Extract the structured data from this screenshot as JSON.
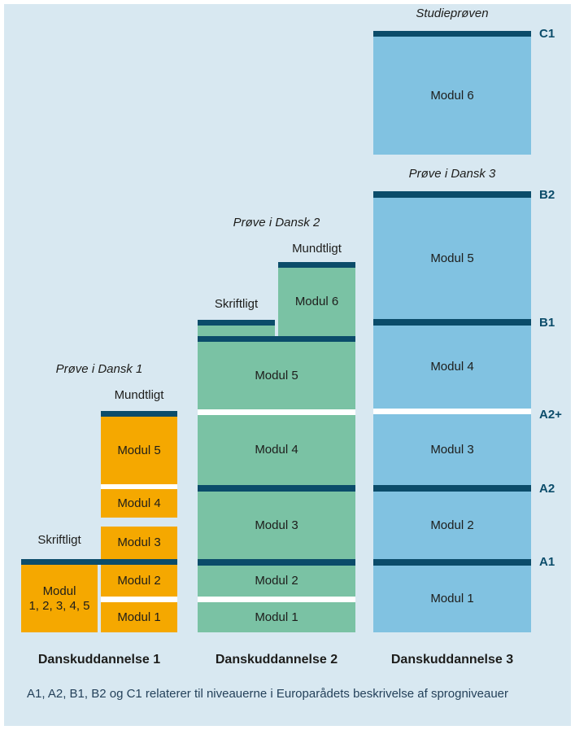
{
  "levels": {
    "c1": "C1",
    "b2": "B2",
    "b1": "B1",
    "a2_plus": "A2+",
    "a2": "A2",
    "a1": "A1"
  },
  "columns": [
    {
      "name": "Danskuddannelse 1",
      "exam_title": "Prøve i Dansk 1",
      "oral_label": "Mundtligt",
      "written_label": "Skriftligt",
      "modul5": "Modul 5",
      "modul4": "Modul 4",
      "modul3": "Modul 3",
      "modul2": "Modul 2",
      "modul1": "Modul 1",
      "combined_line1": "Modul",
      "combined_line2": "1, 2, 3, 4, 5"
    },
    {
      "name": "Danskuddannelse 2",
      "exam_title": "Prøve i Dansk 2",
      "oral_label": "Mundtligt",
      "written_label": "Skriftligt",
      "modul6": "Modul 6",
      "modul5": "Modul 5",
      "modul4": "Modul 4",
      "modul3": "Modul 3",
      "modul2": "Modul 2",
      "modul1": "Modul 1"
    },
    {
      "name": "Danskuddannelse 3",
      "top_exam_title": "Studieprøven",
      "exam_title": "Prøve i Dansk 3",
      "modul6": "Modul 6",
      "modul5": "Modul 5",
      "modul4": "Modul 4",
      "modul3": "Modul 3",
      "modul2": "Modul 2",
      "modul1": "Modul 1"
    }
  ],
  "footnote": "A1, A2, B1, B2 og C1 relaterer til niveauerne i Europarådets beskrivelse af sprogniveauer",
  "colors": {
    "panel_background": "#d8e8f1",
    "module_blue": "#81c2e1",
    "module_green": "#7ac2a4",
    "module_orange": "#f5a800",
    "exam_bar": "#0b4c6a",
    "level_label": "#0b4c6a",
    "text_dark": "#1d1d1b",
    "footnote_text": "#24415a"
  }
}
